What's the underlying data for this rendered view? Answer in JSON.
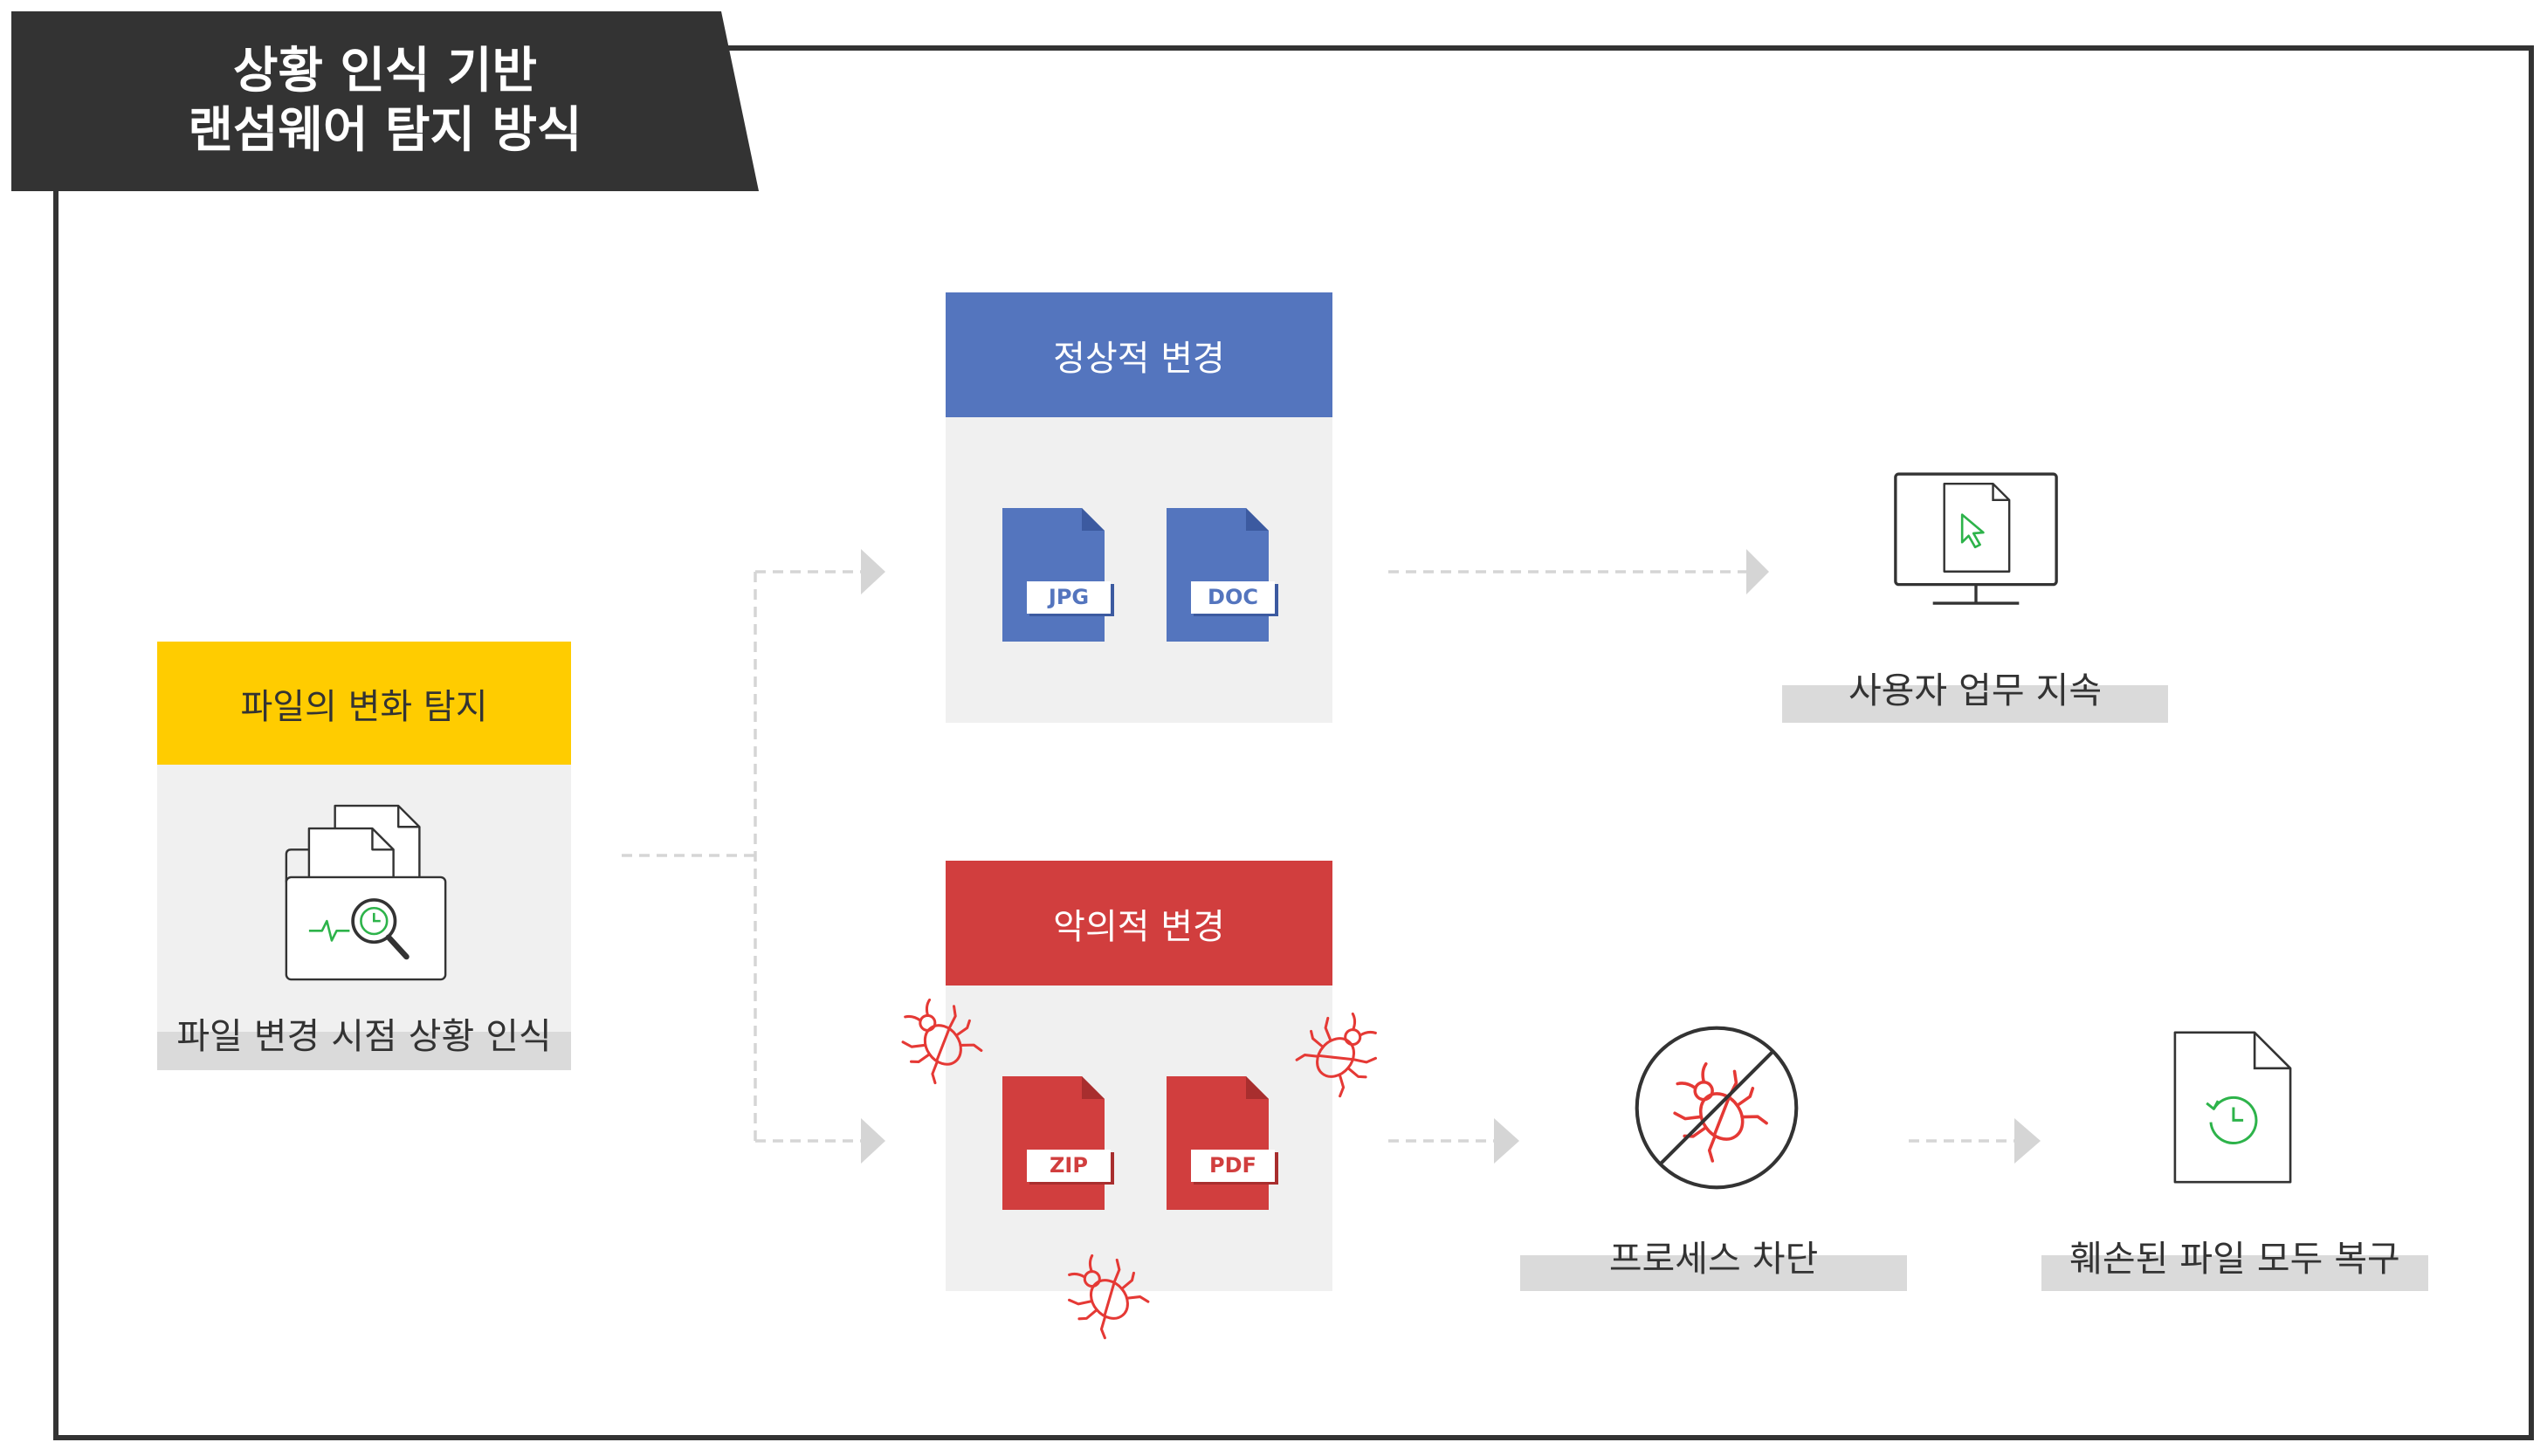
{
  "title": {
    "line1": "상황 인식 기반",
    "line2": "랜섬웨어 탐지 방식"
  },
  "detection_card": {
    "header": "파일의 변화 탐지",
    "icon": "folder-magnifier-icon",
    "label": "파일 변경 시점 상황 인식"
  },
  "normal_change": {
    "header": "정상적 변경",
    "files": [
      "JPG",
      "DOC"
    ]
  },
  "malicious_change": {
    "header": "악의적 변경",
    "files": [
      "ZIP",
      "PDF"
    ],
    "threat_icon": "bug-icon"
  },
  "outcomes": {
    "continue_work": {
      "label": "사용자 업무 지속",
      "icon": "monitor-cursor-icon"
    },
    "block_process": {
      "label": "프로세스 차단",
      "icon": "blocked-bug-icon"
    },
    "restore_files": {
      "label": "훼손된 파일 모두 복구",
      "icon": "file-restore-icon"
    }
  },
  "colors": {
    "title_bg": "#333333",
    "detection_header": "#FFCC00",
    "normal_header": "#5475BE",
    "malicious_header": "#D13E3E",
    "card_body": "#F0F0F0",
    "label_bar": "#DADADA",
    "accent_green": "#2DB34A",
    "bug_red": "#E53935",
    "connector": "#D5D5D5"
  }
}
